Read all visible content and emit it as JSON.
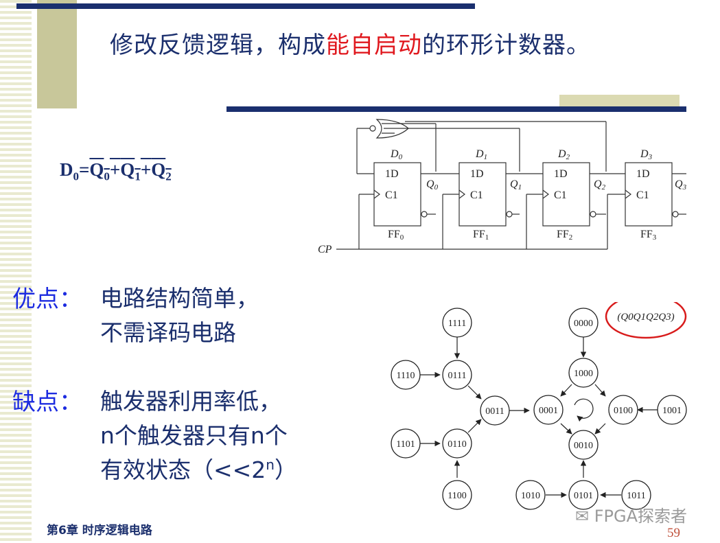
{
  "slide": {
    "title_pre": "修改反馈逻辑，构成",
    "title_red": "能自启动",
    "title_post": "的环形计数器。",
    "equation": {
      "lhs": "D",
      "lhs_sub": "0",
      "eq": "=",
      "rhs": [
        {
          "v": "Q",
          "s": "0"
        },
        {
          "v": "Q",
          "s": "1"
        },
        {
          "v": "Q",
          "s": "2"
        }
      ],
      "op": "+"
    },
    "pros_label": "优点：",
    "pros_lines": [
      "电路结构简单，",
      "不需译码电路"
    ],
    "cons_label": "缺点：",
    "cons_lines": [
      "触发器利用率低，",
      "n个触发器只有n个"
    ],
    "cons_line3_pre": "有效状态（<<2",
    "cons_line3_sup": "n",
    "cons_line3_post": "）",
    "footer": "第6章 时序逻辑电路",
    "page_number": "59",
    "watermark": "FPGA探索者"
  },
  "circuit": {
    "d_labels": [
      {
        "v": "D",
        "s": "0"
      },
      {
        "v": "D",
        "s": "1"
      },
      {
        "v": "D",
        "s": "2"
      },
      {
        "v": "D",
        "s": "3"
      }
    ],
    "q_labels": [
      {
        "v": "Q",
        "s": "0"
      },
      {
        "v": "Q",
        "s": "1"
      },
      {
        "v": "Q",
        "s": "2"
      },
      {
        "v": "Q",
        "s": "3"
      }
    ],
    "ff_labels": [
      {
        "v": "FF",
        "s": "0"
      },
      {
        "v": "FF",
        "s": "1"
      },
      {
        "v": "FF",
        "s": "2"
      },
      {
        "v": "FF",
        "s": "3"
      }
    ],
    "pin_d": "1D",
    "pin_c": "C1",
    "clock_label": "CP"
  },
  "state_diagram": {
    "legend_label": "(Q0Q1Q2Q3)",
    "states": [
      "1111",
      "1110",
      "0111",
      "0011",
      "1101",
      "0110",
      "1100",
      "0000",
      "1000",
      "0001",
      "0100",
      "1001",
      "0010",
      "1010",
      "0101",
      "1011"
    ]
  }
}
